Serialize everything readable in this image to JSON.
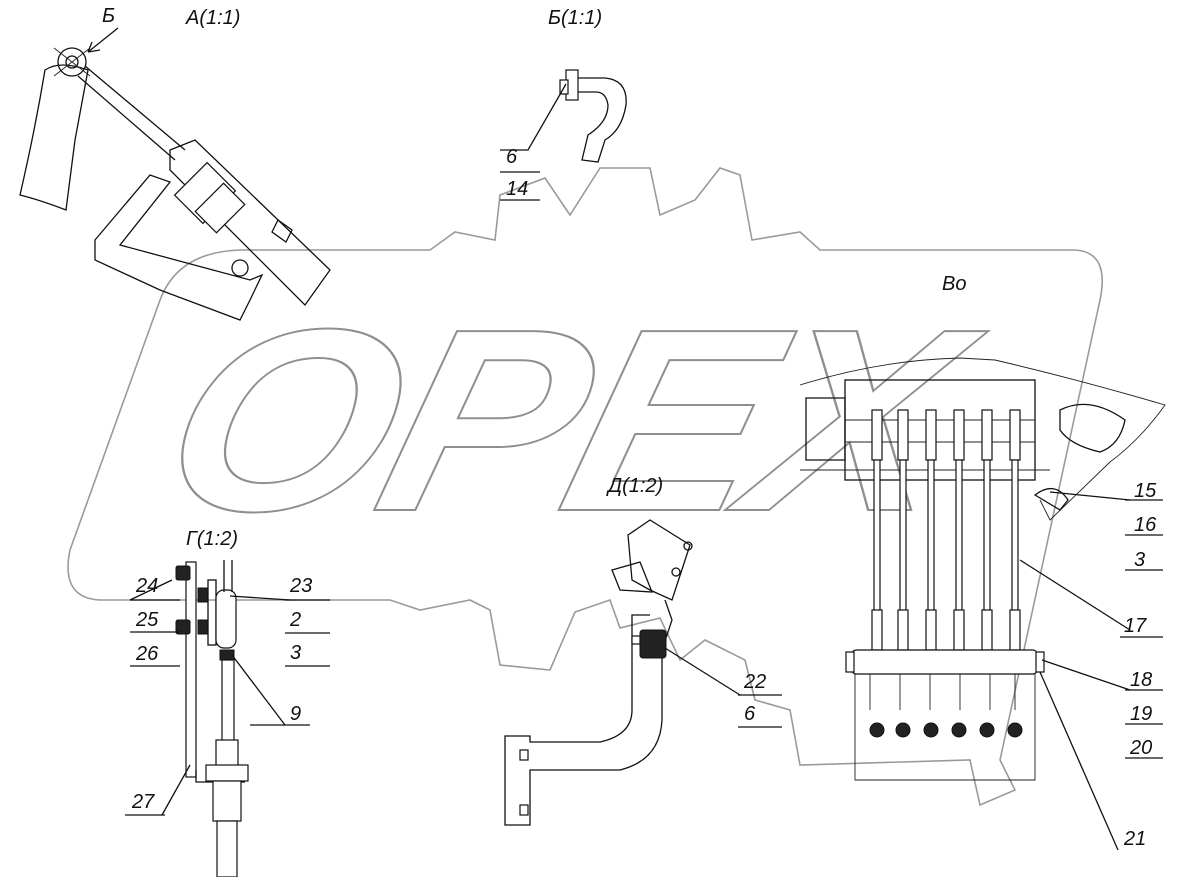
{
  "watermark": {
    "text": "OPEX"
  },
  "views": {
    "a": "А(1:1)",
    "b": "Б(1:1)",
    "g": "Г(1:2)",
    "d": "Д(1:2)",
    "arrow_b": "Б",
    "vo": "Во"
  },
  "callouts": {
    "b_top": "6",
    "b_bottom": "14",
    "g_24": "24",
    "g_25": "25",
    "g_26": "26",
    "g_27": "27",
    "g_9": "9",
    "g_23": "23",
    "g_2": "2",
    "g_3": "3",
    "d_22": "22",
    "d_6": "6",
    "r_15": "15",
    "r_16": "16",
    "r_3": "3",
    "r_17": "17",
    "r_18": "18",
    "r_19": "19",
    "r_20": "20",
    "r_21": "21"
  }
}
